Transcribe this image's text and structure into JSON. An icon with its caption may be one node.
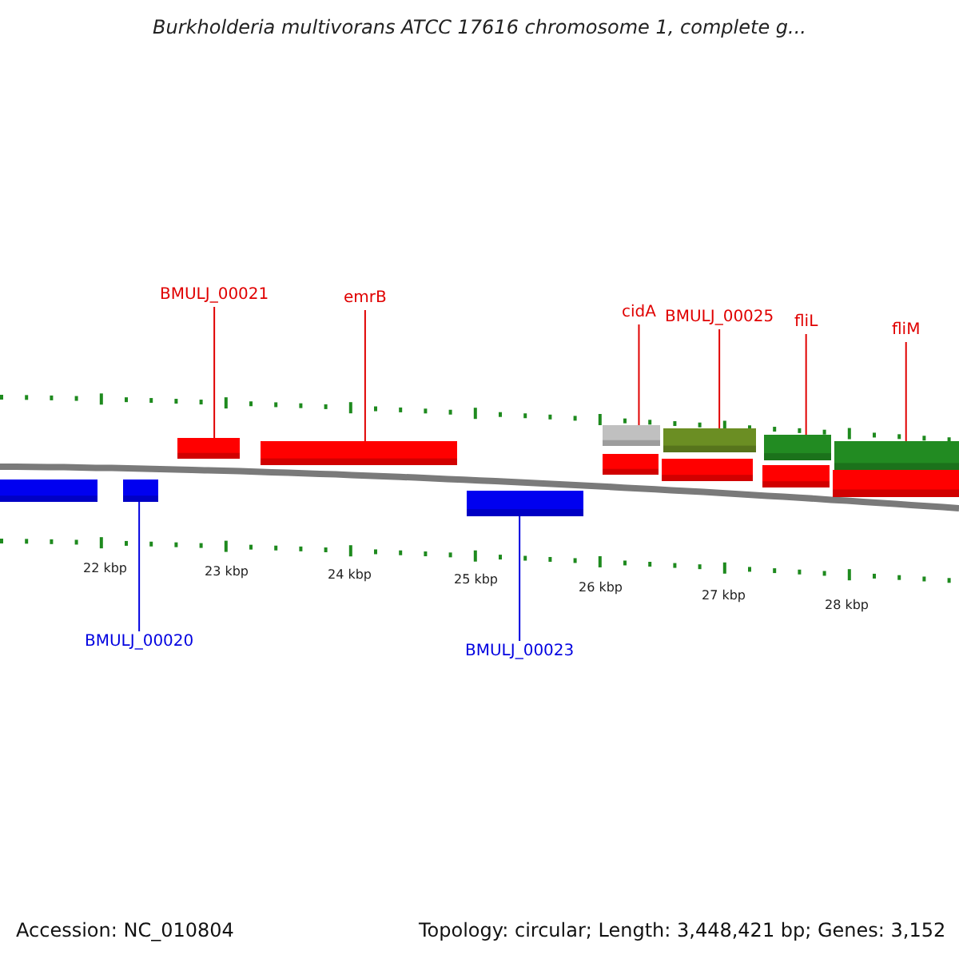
{
  "diagram": {
    "title": "Burkholderia multivorans ATCC 17616 chromosome 1, complete g...",
    "nodes": [
      {
        "text": [
          "BMULJ_00021"
        ]
      },
      {
        "text": [
          "emrB"
        ]
      },
      {
        "text": [
          "cidA"
        ]
      },
      {
        "text": [
          "BMULJ_00025"
        ]
      },
      {
        "text": [
          "fliL"
        ]
      },
      {
        "text": [
          "fliM"
        ]
      },
      {
        "text": [
          "BMULJ_00020"
        ]
      },
      {
        "text": [
          "BMULJ_00023"
        ]
      },
      {
        "text": [],
        "shape": "bar"
      },
      {
        "text": [],
        "shape": "bar"
      },
      {
        "text": [],
        "shape": "bar"
      },
      {
        "text": [],
        "shape": "bar"
      },
      {
        "text": [],
        "shape": "bar"
      },
      {
        "text": [],
        "shape": "bar"
      },
      {
        "text": [],
        "shape": "bar"
      },
      {
        "text": [],
        "shape": "bar"
      },
      {
        "text": [],
        "shape": "bar"
      },
      {
        "text": [],
        "shape": "bar"
      },
      {
        "text": [],
        "shape": "bar"
      },
      {
        "text": [],
        "shape": "bar"
      },
      {
        "text": [],
        "shape": "bar"
      }
    ],
    "edges": [
      {
        "from": 0,
        "to": 8,
        "arrow": "none"
      },
      {
        "from": 1,
        "to": 9,
        "arrow": "none"
      },
      {
        "from": 2,
        "to": 10,
        "arrow": "none"
      },
      {
        "from": 3,
        "to": 11,
        "arrow": "none"
      },
      {
        "from": 4,
        "to": 12,
        "arrow": "none"
      },
      {
        "from": 5,
        "to": 13,
        "arrow": "none"
      },
      {
        "from": 6,
        "to": 19,
        "arrow": "none",
        "color": "#0000e0"
      },
      {
        "from": 7,
        "to": 20,
        "arrow": "none",
        "color": "#0000e0"
      }
    ],
    "labels": [
      "22 kbp",
      "23 kbp",
      "24 kbp",
      "25 kbp",
      "26 kbp",
      "27 kbp",
      "28 kbp",
      "Accession: NC_010804",
      "Topology: circular; Length: 3,448,421 bp; Genes: 3,152"
    ]
  }
}
